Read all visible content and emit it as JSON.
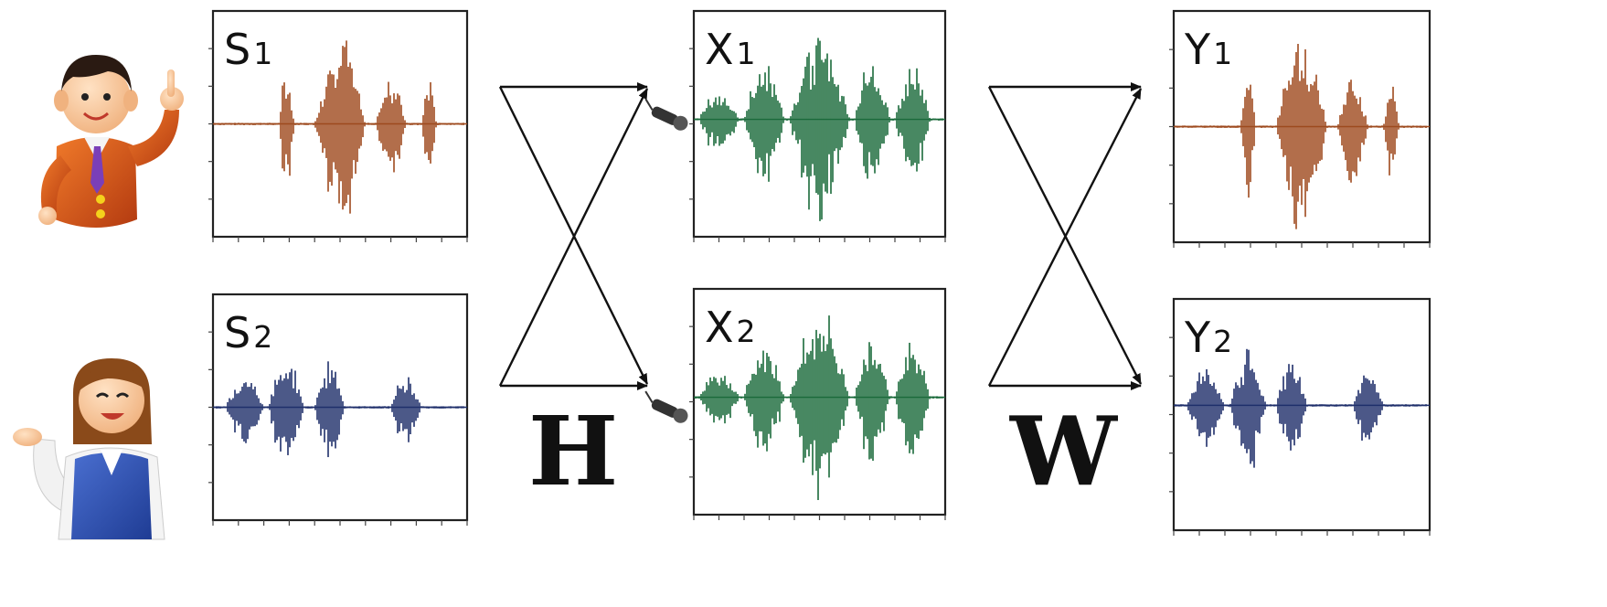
{
  "colors": {
    "source_speaker1": "#9e4a1e",
    "source_speaker2": "#1f2f6b",
    "mixed": "#1a6a3a"
  },
  "icons": {
    "speaker1": "man-pointing-icon",
    "speaker2": "woman-waving-icon",
    "microphone": "microphone-icon"
  },
  "matrices": {
    "mixing": "H",
    "unmixing": "W"
  },
  "panels": [
    {
      "id": "s1",
      "letter": "S",
      "sub": "1",
      "kind": "source_speaker1"
    },
    {
      "id": "s2",
      "letter": "S",
      "sub": "2",
      "kind": "source_speaker2"
    },
    {
      "id": "x1",
      "letter": "X",
      "sub": "1",
      "kind": "mixed"
    },
    {
      "id": "x2",
      "letter": "X",
      "sub": "2",
      "kind": "mixed"
    },
    {
      "id": "y1",
      "letter": "Y",
      "sub": "1",
      "kind": "source_speaker1"
    },
    {
      "id": "y2",
      "letter": "Y",
      "sub": "2",
      "kind": "source_speaker2"
    }
  ]
}
